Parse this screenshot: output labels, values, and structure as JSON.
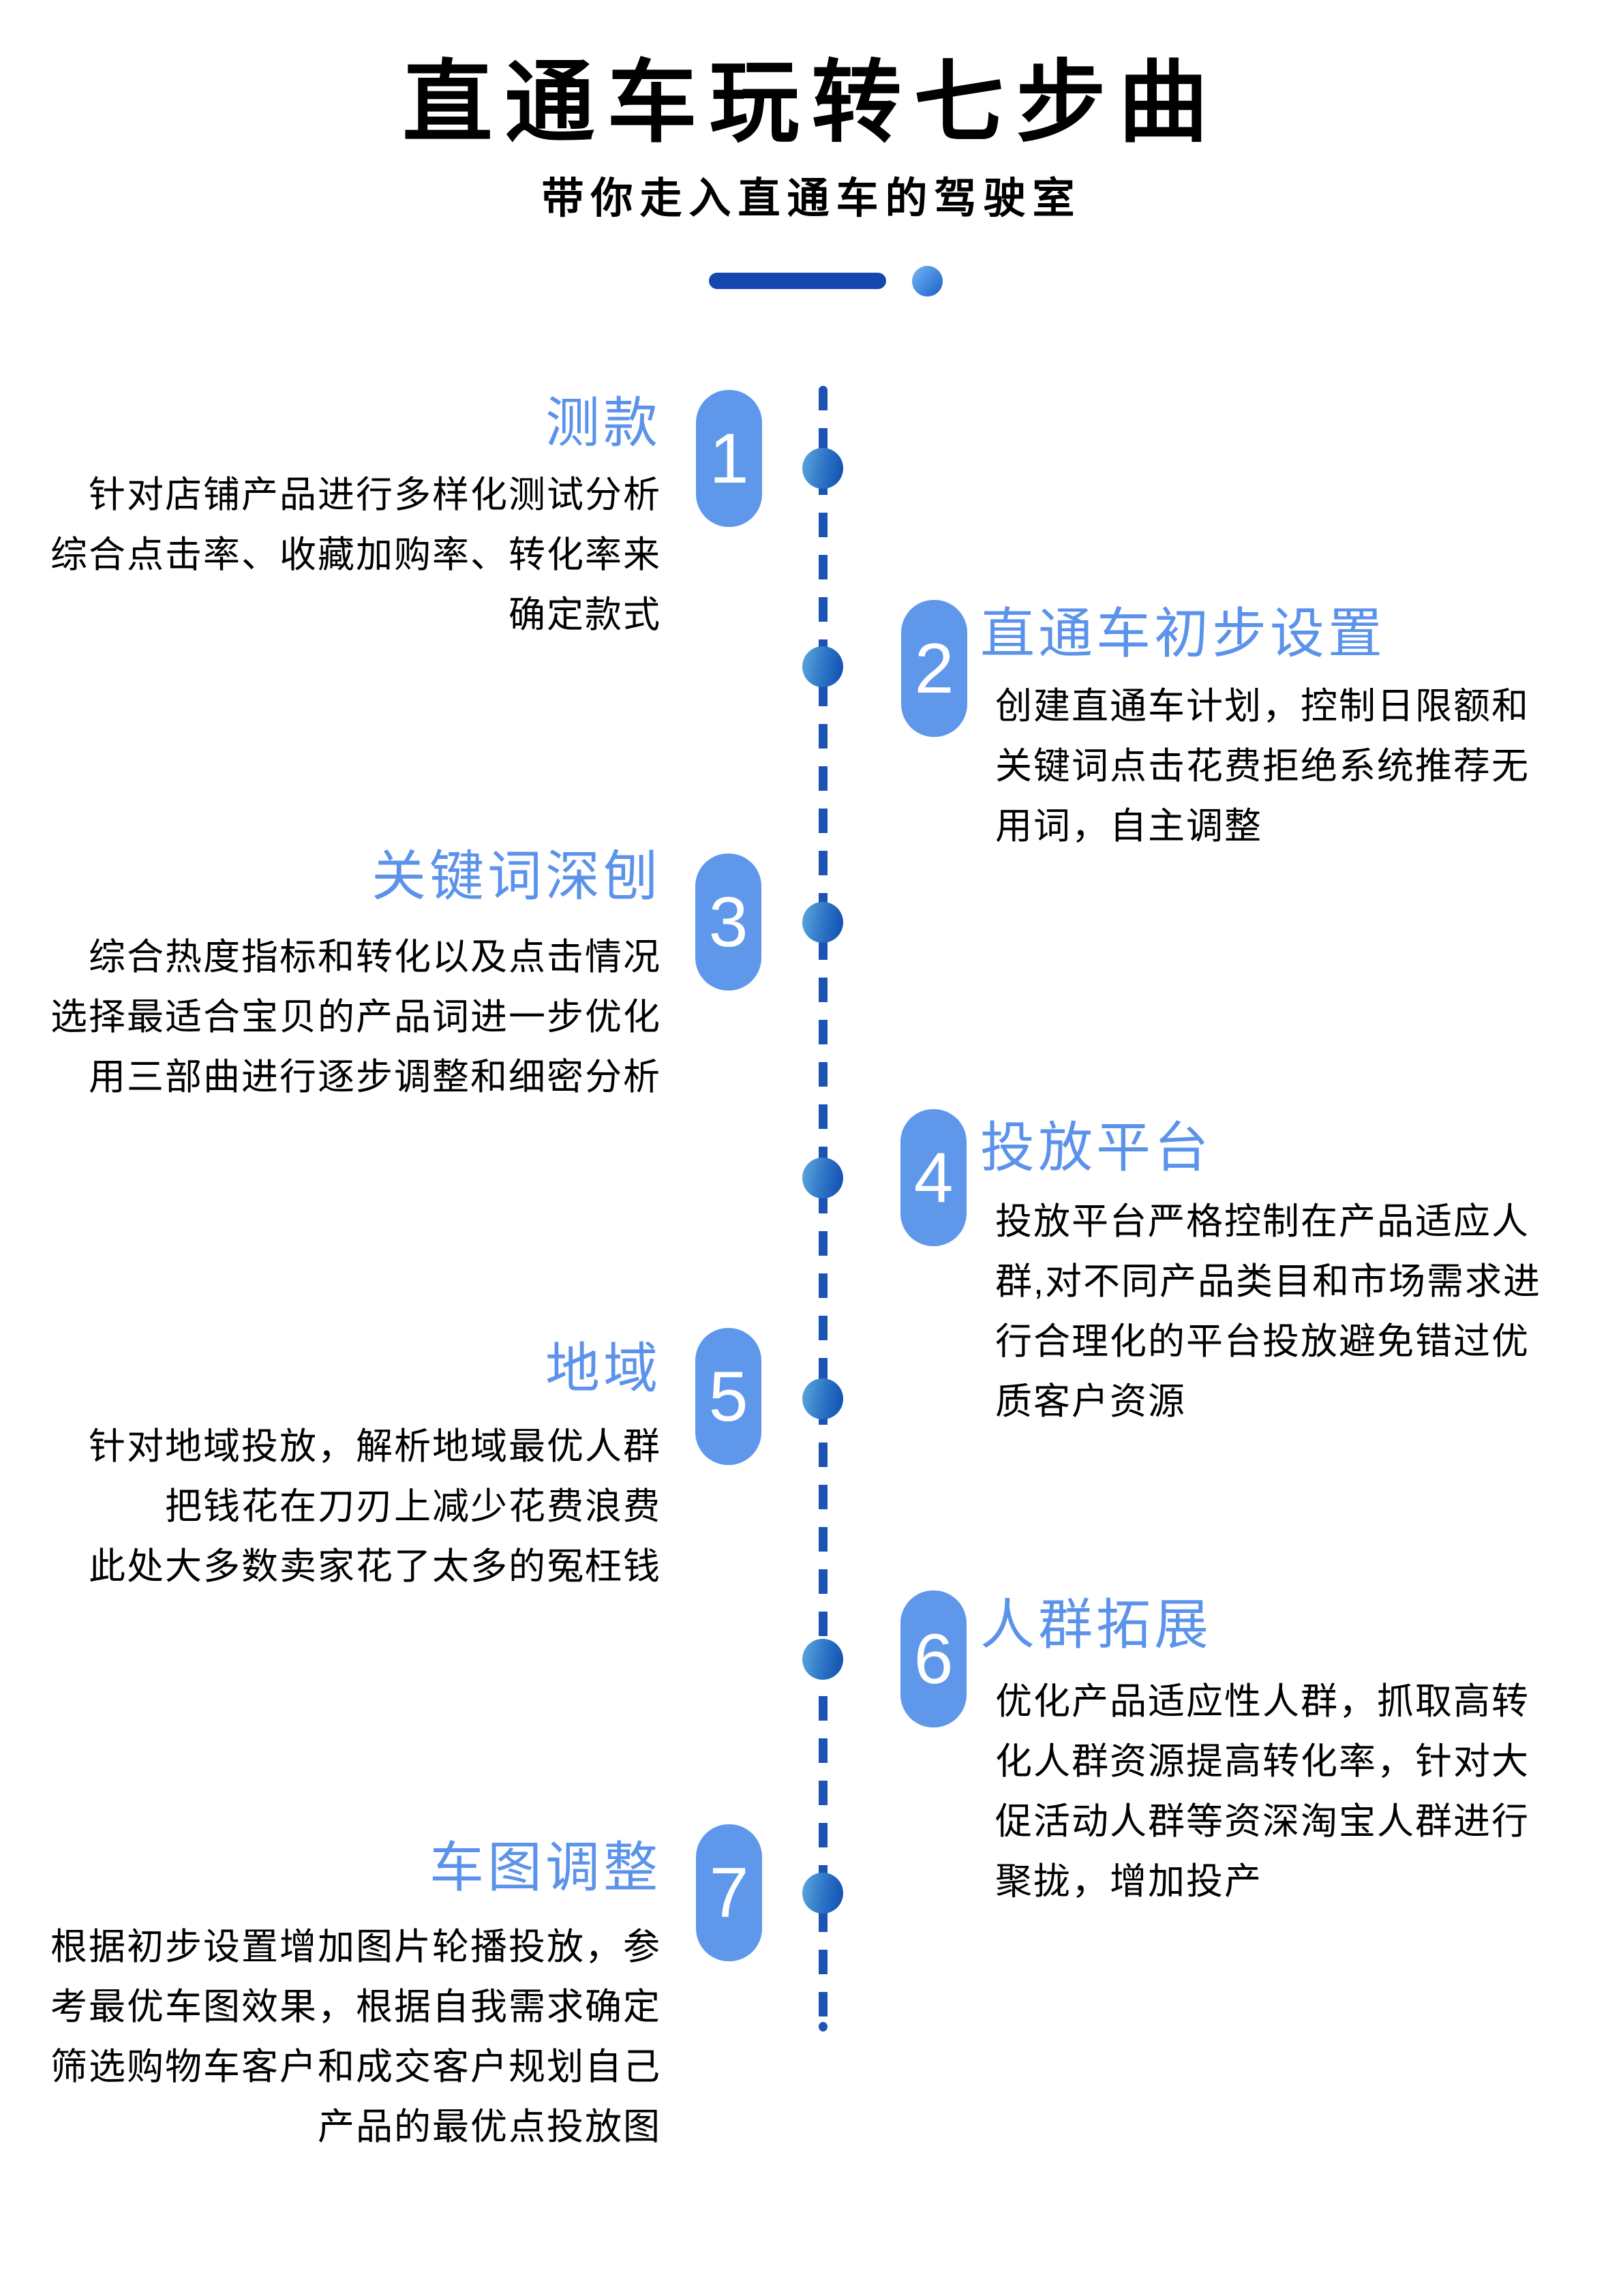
{
  "header": {
    "title": "直通车玩转七步曲",
    "subtitle": "带你走入直通车的驾驶室"
  },
  "accent_colors": {
    "badge_blue": "#5F98EA",
    "heading_blue": "#5C93EA",
    "timeline_dash_blue": "#1B54B3",
    "divider_bar_blue": "#1548AE",
    "dot_gradient_start": "#5CAADD",
    "dot_gradient_end": "#0E4EAF",
    "text_black": "#000000"
  },
  "steps": [
    {
      "num": "1",
      "side": "left",
      "heading": "测款",
      "lines": [
        "针对店铺产品进行多样化测试分析",
        "综合点击率、收藏加购率、转化率来",
        "确定款式"
      ]
    },
    {
      "num": "2",
      "side": "right",
      "heading": "直通车初步设置",
      "lines": [
        "创建直通车计划，控制日限额和",
        "关键词点击花费拒绝系统推荐无",
        "用词，自主调整"
      ]
    },
    {
      "num": "3",
      "side": "left",
      "heading": "关键词深刨",
      "lines": [
        "综合热度指标和转化以及点击情况",
        "选择最适合宝贝的产品词进一步优化",
        "用三部曲进行逐步调整和细密分析"
      ]
    },
    {
      "num": "4",
      "side": "right",
      "heading": "投放平台",
      "lines": [
        "投放平台严格控制在产品适应人",
        "群,对不同产品类目和市场需求进",
        "行合理化的平台投放避免错过优",
        "质客户资源"
      ]
    },
    {
      "num": "5",
      "side": "left",
      "heading": "地域",
      "lines": [
        "针对地域投放，解析地域最优人群",
        "把钱花在刀刃上减少花费浪费",
        "此处大多数卖家花了太多的冤枉钱"
      ]
    },
    {
      "num": "6",
      "side": "right",
      "heading": "人群拓展",
      "lines": [
        "优化产品适应性人群，抓取高转",
        "化人群资源提高转化率，针对大",
        "促活动人群等资深淘宝人群进行",
        "聚拢，增加投产"
      ]
    },
    {
      "num": "7",
      "side": "left",
      "heading": "车图调整",
      "lines": [
        "根据初步设置增加图片轮播投放，参",
        "考最优车图效果，根据自我需求确定",
        "筛选购物车客户和成交客户规划自己",
        "产品的最优点投放图"
      ]
    }
  ]
}
